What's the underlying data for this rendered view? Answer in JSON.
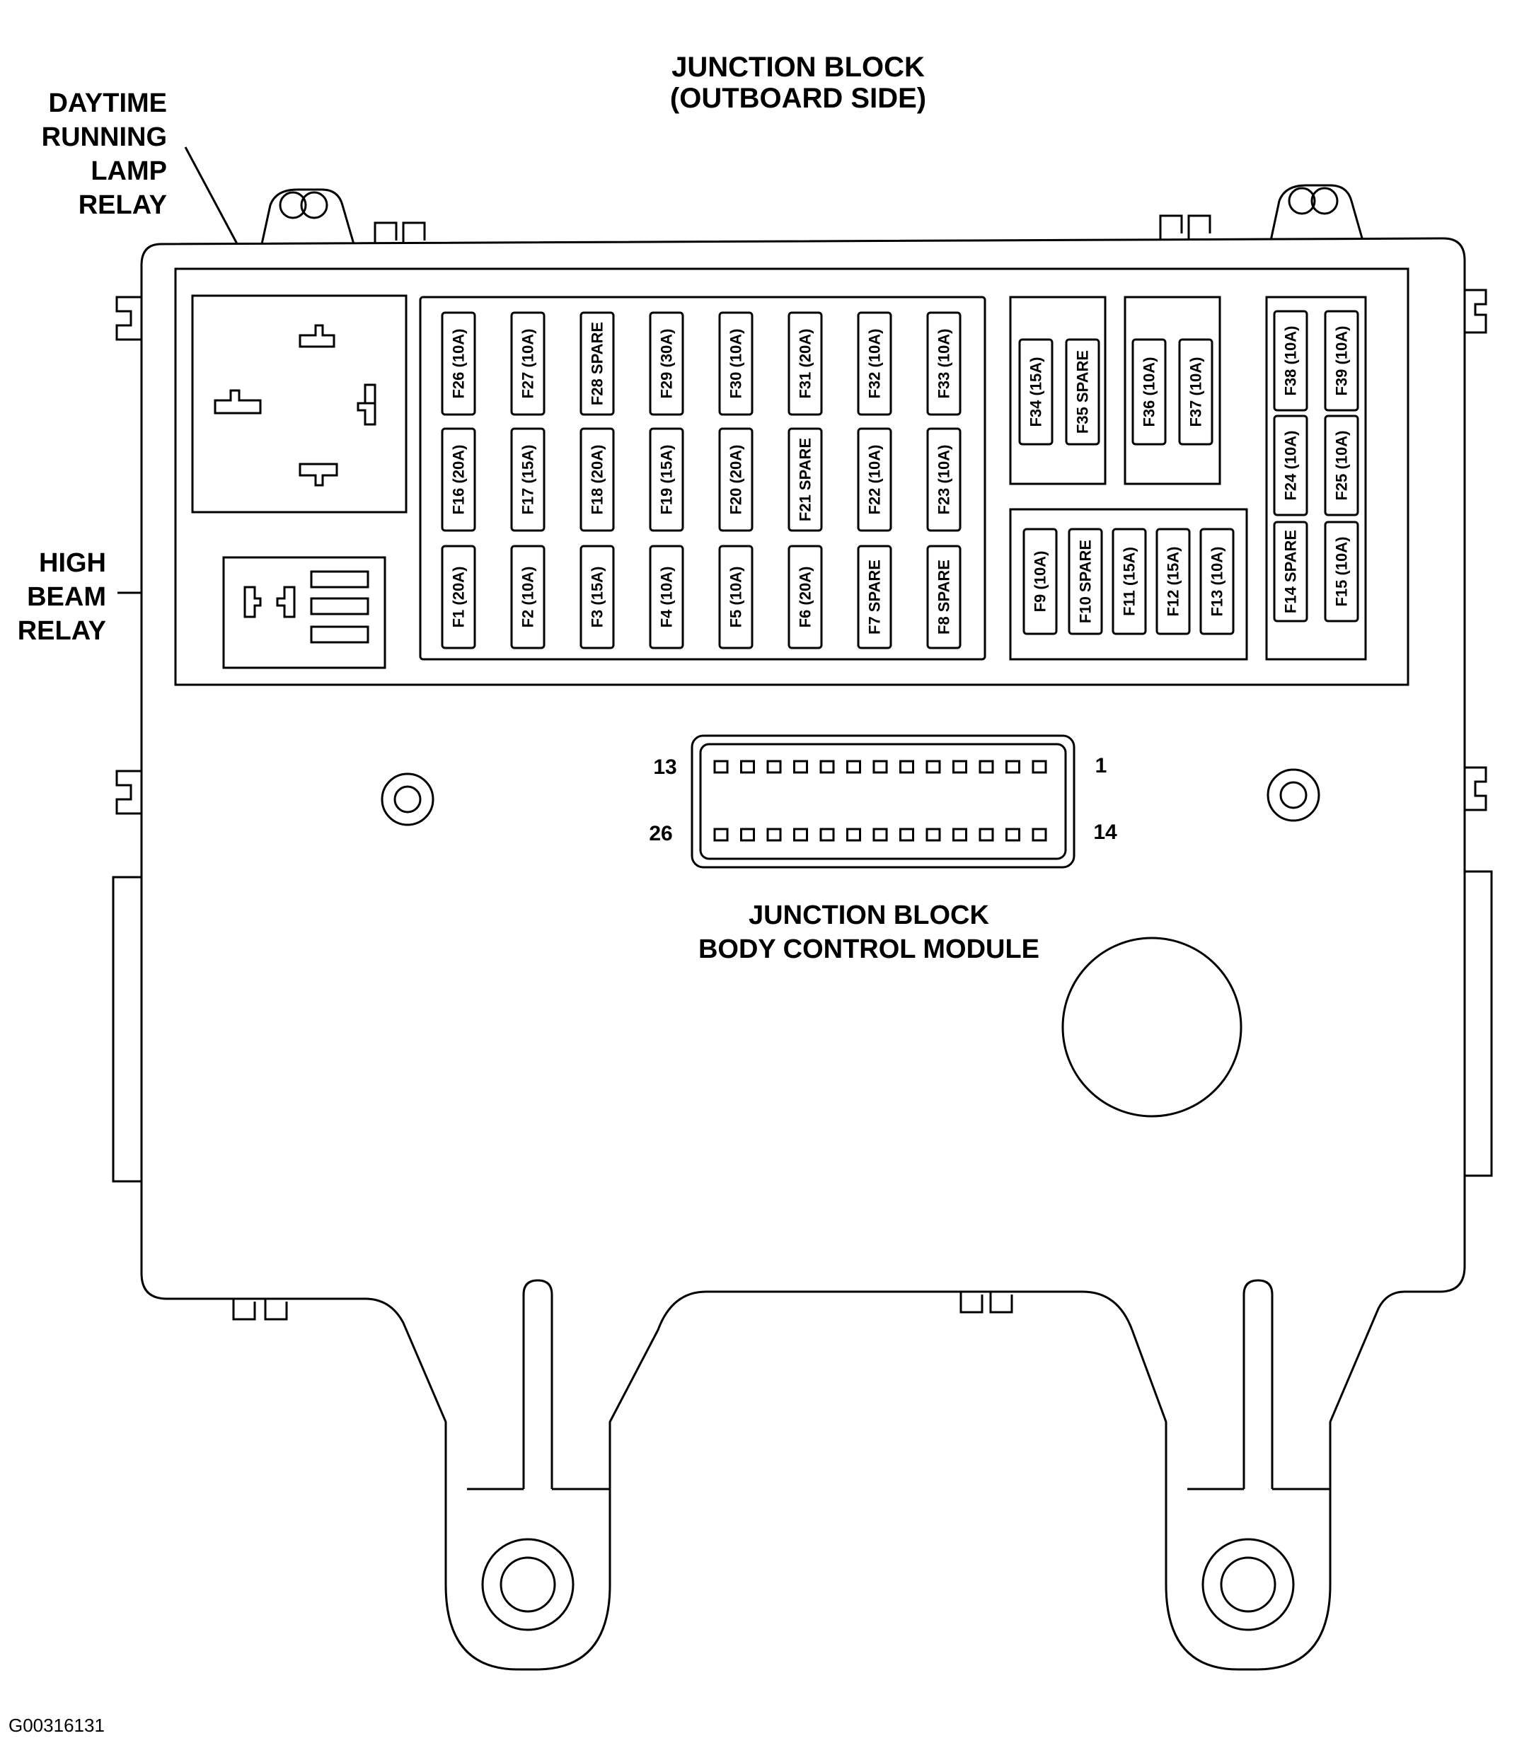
{
  "title": {
    "line1": "JUNCTION BLOCK",
    "line2": "(OUTBOARD SIDE)"
  },
  "callouts": {
    "drl": [
      "DAYTIME",
      "RUNNING",
      "LAMP",
      "RELAY"
    ],
    "high_beam": [
      "HIGH",
      "BEAM",
      "RELAY"
    ]
  },
  "connector": {
    "pin_top_left": "13",
    "pin_top_right": "1",
    "pin_bottom_left": "26",
    "pin_bottom_right": "14"
  },
  "bcm_label": {
    "line1": "JUNCTION BLOCK",
    "line2": "BODY CONTROL MODULE"
  },
  "figure_id": "G00316131",
  "fuses": {
    "main_row1": [
      "F26 (10A)",
      "F27 (10A)",
      "F28 SPARE",
      "F29 (30A)",
      "F30 (10A)",
      "F31 (20A)",
      "F32 (10A)",
      "F33 (10A)"
    ],
    "main_row2": [
      "F16 (20A)",
      "F17 (15A)",
      "F18 (20A)",
      "F19 (15A)",
      "F20 (20A)",
      "F21 SPARE",
      "F22 (10A)",
      "F23 (10A)"
    ],
    "main_row3": [
      "F1 (20A)",
      "F2 (10A)",
      "F3 (15A)",
      "F4 (10A)",
      "F5 (10A)",
      "F6 (20A)",
      "F7 SPARE",
      "F8 SPARE"
    ],
    "group_a": [
      "F34 (15A)",
      "F35 SPARE"
    ],
    "group_b": [
      "F36 (10A)",
      "F37 (10A)"
    ],
    "group_c": [
      "F9 (10A)",
      "F10 SPARE",
      "F11 (15A)",
      "F12 (15A)",
      "F13 (10A)"
    ],
    "group_d_row1": [
      "F38 (10A)",
      "F39 (10A)"
    ],
    "group_d_row2": [
      "F24 (10A)",
      "F25 (10A)"
    ],
    "group_d_row3": [
      "F14 SPARE",
      "F15 (10A)"
    ]
  }
}
